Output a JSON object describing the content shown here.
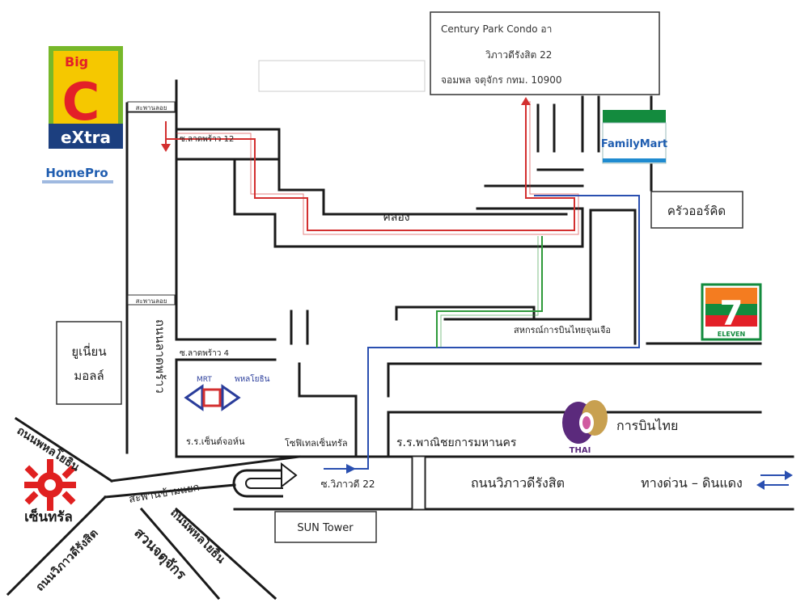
{
  "address_box": {
    "line1": "Century Park Condo อา",
    "line2": "วิภาวดีรังสิต 22",
    "line3": "จอมพล จตุจักร กทม. 10900"
  },
  "logos": {
    "bigc_top": "Big",
    "bigc_letter": "C",
    "bigc_bottom": "eXtra",
    "homepro": "HomePro",
    "familymart": "FamilyMart",
    "seven_eleven": "7",
    "seven_eleven_sub": "ELEVEN",
    "mrt": "MRT",
    "thai": "THAI",
    "central": "เซ็นทรัล"
  },
  "labels": {
    "soi_ladprao_12": "ซ.ลาดพร้าว 12",
    "soi_ladprao_4": "ซ.ลาดพร้าว 4",
    "khlong": "คลอง",
    "kruaorkid": "ครัวออร์คิด",
    "union_line1": "ยูเนี่ยน",
    "union_line2": "มอลล์",
    "ladprao_road": "ถนนลาดพร้าว",
    "phahon_upper": "ถนนพหลโยธิน",
    "phahon_lower": "ถนนพหลโยธิน",
    "vibhavadi_left": "ถนนวิภาวดีรังสิต",
    "vibhavadi_main": "ถนนวิภาวดีรังสิต",
    "chatuchak": "สวนจตุจักร",
    "bridge": "สะพานข้ามแยก",
    "mrt_station": "พหลโยธิน",
    "central_school": "ร.ร.เซ็นต์จอห์น",
    "hotel": "โซฟิเทลเซ็นทรัล",
    "tourism_school": "ร.ร.พาณิชยการมหานคร",
    "thai_airways": "การบินไทย",
    "soi_vibhavadi_22": "ซ.วิภาวดี 22",
    "sun_tower": "SUN Tower",
    "expressway": "ทางด่วน – ดินแดง",
    "thai_airways_coop": "สหกรณ์การบินไทยจุนเจือ",
    "cross_label": "สะพานลอย"
  },
  "colors": {
    "route_red": "#d32f2f",
    "route_blue": "#2a4fb0",
    "route_green": "#2e9a3a",
    "bigc_green": "#77b82a",
    "bigc_yellow": "#f5c800",
    "bigc_red": "#e32028",
    "bigc_navy": "#1c3f7f",
    "homepro_blue": "#1f5db0",
    "familymart_green": "#138b3e",
    "seven_orange": "#f47c20",
    "central_red": "#e02020",
    "thai_purple": "#5b2a7c",
    "thai_gold": "#c8a050",
    "mrt_blue": "#2a3d9b",
    "mrt_red": "#d32f2f"
  },
  "icons": [
    "north-arrow-icon",
    "bridge-uturn-icon",
    "double-arrow-icon"
  ]
}
